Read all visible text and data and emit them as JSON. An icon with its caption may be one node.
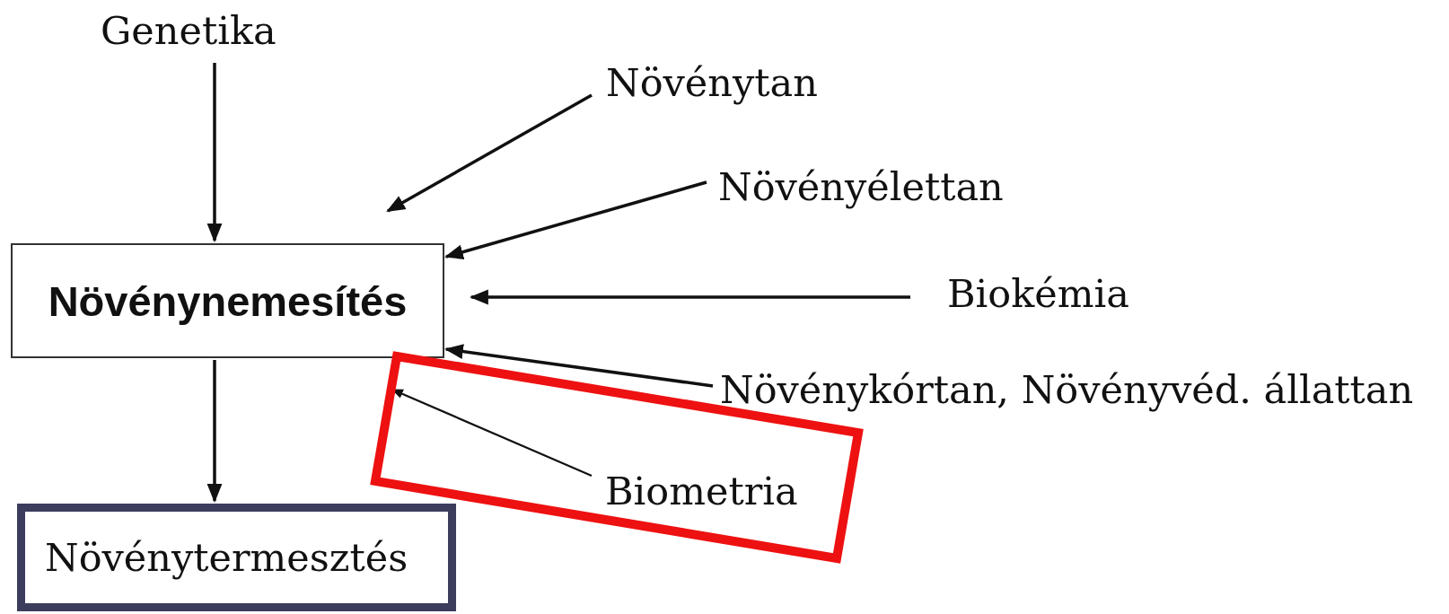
{
  "diagram": {
    "nodes": [
      {
        "text": [
          "Genetika"
        ]
      },
      {
        "text": [
          "Növénytan"
        ]
      },
      {
        "text": [
          "Növényélettan"
        ]
      },
      {
        "text": [
          "Növénynemesítés"
        ]
      },
      {
        "text": [
          "Biokémia"
        ]
      },
      {
        "text": [
          "Növénykórtan, Növényvéd. állattan"
        ]
      },
      {
        "text": [],
        "shape": "box"
      },
      {
        "text": [
          "Biometria"
        ],
        "in": 6
      },
      {
        "text": [
          "Növénytermesztés"
        ]
      }
    ],
    "edges": [
      {
        "from": 0,
        "to": 3,
        "arrow": "to"
      },
      {
        "from": 1,
        "to": 3,
        "arrow": "to"
      },
      {
        "from": 2,
        "to": 3,
        "arrow": "to"
      },
      {
        "from": 4,
        "to": 3,
        "arrow": "to"
      },
      {
        "from": 5,
        "to": 3,
        "arrow": "to"
      },
      {
        "from": 7,
        "to": 3,
        "arrow": "to"
      },
      {
        "from": 3,
        "to": 8,
        "arrow": "to"
      }
    ]
  }
}
